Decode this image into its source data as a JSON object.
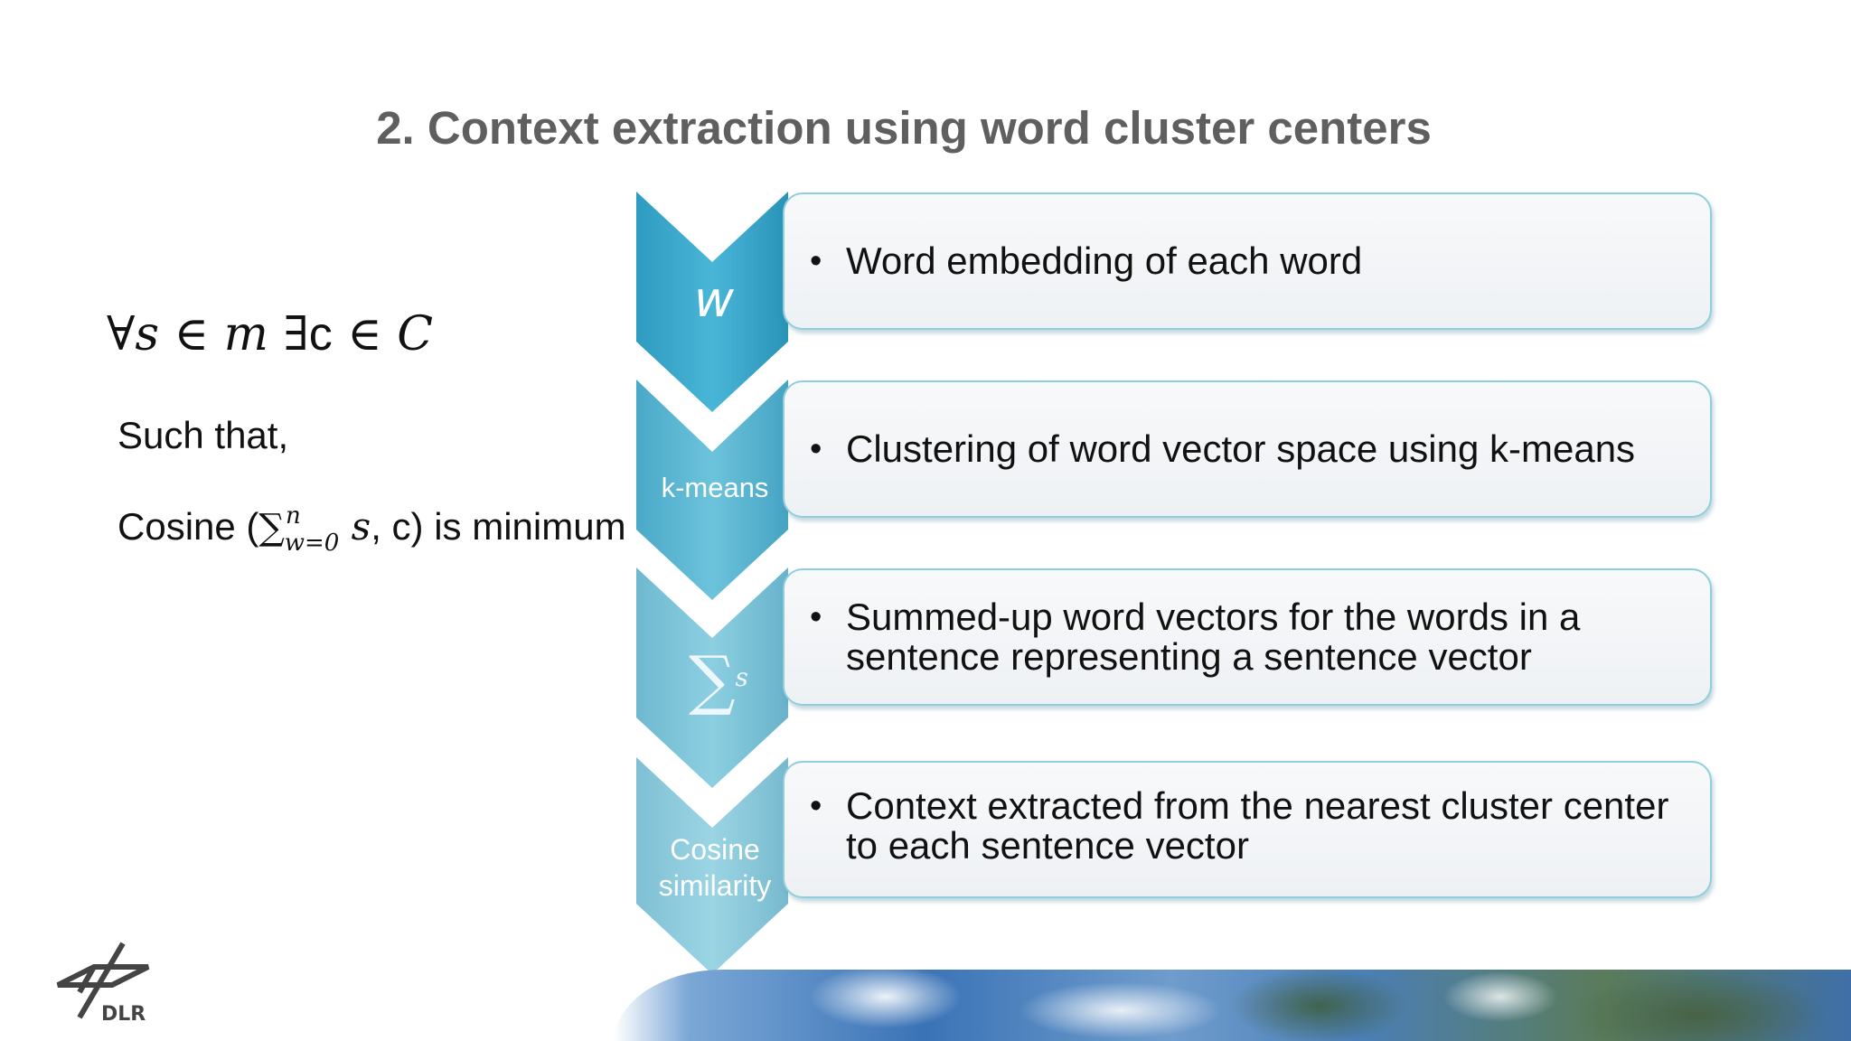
{
  "title": "2. Context extraction using word cluster centers",
  "formula": {
    "forall": "∀",
    "s": "s",
    "in1": " ∈ ",
    "m": "m",
    "exists": " ∃",
    "c": "c",
    "in2": " ∈ ",
    "C": "C"
  },
  "such_that": "Such that,",
  "cosine": {
    "prefix": "Cosine (",
    "sum": "∑",
    "sup": "n",
    "sub": "w=0",
    "var": " s",
    "suffix": ", c) is minimum"
  },
  "steps": [
    {
      "label": "w",
      "text": "Word embedding of each word",
      "color": "#3aa9cc"
    },
    {
      "label": "k-means",
      "text": "Clustering of word vector space using k-means",
      "color": "#5bb9d4"
    },
    {
      "label_sum": "∑",
      "label_var": "s",
      "text": "Summed-up word vectors for the words in a sentence representing a sentence vector",
      "color": "#7fc6da"
    },
    {
      "label_line1": "Cosine",
      "label_line2": "similarity",
      "text": "Context extracted from the nearest cluster center to each sentence vector",
      "color": "#8ccbdc"
    }
  ],
  "logo": {
    "text": "DLR"
  }
}
